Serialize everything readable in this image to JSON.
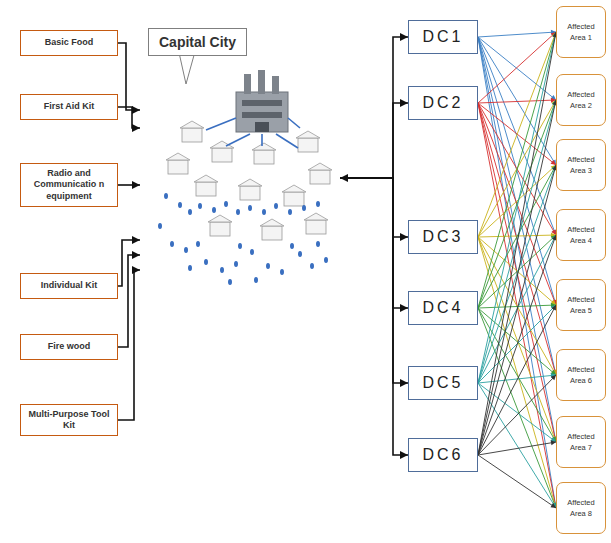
{
  "diagram": {
    "nodes": [
      {
        "text": [
          "Basic Food"
        ]
      },
      {
        "text": [
          "First Aid Kit"
        ]
      },
      {
        "text": [
          "Radio and Communicatio n equipment"
        ]
      },
      {
        "text": [
          "Individual Kit"
        ]
      },
      {
        "text": [
          "Fire wood"
        ]
      },
      {
        "text": [
          "Multi-Purpose Tool Kit"
        ]
      },
      {
        "text": [
          "Capital City"
        ]
      },
      {
        "text": [
          "DC1"
        ]
      },
      {
        "text": [
          "DC2"
        ]
      },
      {
        "text": [
          "DC3"
        ]
      },
      {
        "text": [
          "DC4"
        ]
      },
      {
        "text": [
          "DC5"
        ]
      },
      {
        "text": [
          "DC6"
        ]
      },
      {
        "text": [
          "Affected Area 1"
        ]
      },
      {
        "text": [
          "Affected Area 2"
        ]
      },
      {
        "text": [
          "Affected Area 3"
        ]
      },
      {
        "text": [
          "Affected Area 4"
        ]
      },
      {
        "text": [
          "Affected Area 5"
        ]
      },
      {
        "text": [
          "Affected Area 6"
        ]
      },
      {
        "text": [
          "Affected Area 7"
        ]
      },
      {
        "text": [
          "Affected Area 8"
        ]
      }
    ],
    "edges": [
      {
        "from": 0,
        "to": 6,
        "arrow": "to"
      },
      {
        "from": 1,
        "to": 6,
        "arrow": "to"
      },
      {
        "from": 2,
        "to": 6,
        "arrow": "to"
      },
      {
        "from": 3,
        "to": 6,
        "arrow": "to"
      },
      {
        "from": 4,
        "to": 6,
        "arrow": "to"
      },
      {
        "from": 5,
        "to": 6,
        "arrow": "to"
      },
      {
        "from": 6,
        "to": 7,
        "arrow": "both"
      },
      {
        "from": 6,
        "to": 8,
        "arrow": "to"
      },
      {
        "from": 6,
        "to": 9,
        "arrow": "to"
      },
      {
        "from": 6,
        "to": 10,
        "arrow": "to"
      },
      {
        "from": 6,
        "to": 11,
        "arrow": "to"
      },
      {
        "from": 6,
        "to": 12,
        "arrow": "to"
      },
      {
        "from": 7,
        "to": 13,
        "arrow": "to"
      },
      {
        "from": 7,
        "to": 14,
        "arrow": "to"
      },
      {
        "from": 7,
        "to": 15,
        "arrow": "to"
      },
      {
        "from": 7,
        "to": 16,
        "arrow": "to"
      },
      {
        "from": 7,
        "to": 17,
        "arrow": "to"
      },
      {
        "from": 7,
        "to": 18,
        "arrow": "to"
      },
      {
        "from": 7,
        "to": 19,
        "arrow": "to"
      },
      {
        "from": 7,
        "to": 20,
        "arrow": "to"
      },
      {
        "from": 8,
        "to": 13,
        "arrow": "to"
      },
      {
        "from": 8,
        "to": 14,
        "arrow": "to"
      },
      {
        "from": 8,
        "to": 15,
        "arrow": "to"
      },
      {
        "from": 8,
        "to": 16,
        "arrow": "to"
      },
      {
        "from": 8,
        "to": 17,
        "arrow": "to"
      },
      {
        "from": 8,
        "to": 18,
        "arrow": "to"
      },
      {
        "from": 8,
        "to": 19,
        "arrow": "to"
      },
      {
        "from": 8,
        "to": 20,
        "arrow": "to"
      },
      {
        "from": 9,
        "to": 13,
        "arrow": "to"
      },
      {
        "from": 9,
        "to": 14,
        "arrow": "to"
      },
      {
        "from": 9,
        "to": 15,
        "arrow": "to"
      },
      {
        "from": 9,
        "to": 16,
        "arrow": "to"
      },
      {
        "from": 9,
        "to": 17,
        "arrow": "to"
      },
      {
        "from": 9,
        "to": 18,
        "arrow": "to"
      },
      {
        "from": 9,
        "to": 19,
        "arrow": "to"
      },
      {
        "from": 9,
        "to": 20,
        "arrow": "to"
      },
      {
        "from": 10,
        "to": 13,
        "arrow": "to"
      },
      {
        "from": 10,
        "to": 14,
        "arrow": "to"
      },
      {
        "from": 10,
        "to": 15,
        "arrow": "to"
      },
      {
        "from": 10,
        "to": 16,
        "arrow": "to"
      },
      {
        "from": 10,
        "to": 17,
        "arrow": "to"
      },
      {
        "from": 10,
        "to": 18,
        "arrow": "to"
      },
      {
        "from": 10,
        "to": 19,
        "arrow": "to"
      },
      {
        "from": 10,
        "to": 20,
        "arrow": "to"
      },
      {
        "from": 11,
        "to": 13,
        "arrow": "to"
      },
      {
        "from": 11,
        "to": 14,
        "arrow": "to"
      },
      {
        "from": 11,
        "to": 15,
        "arrow": "to"
      },
      {
        "from": 11,
        "to": 16,
        "arrow": "to"
      },
      {
        "from": 11,
        "to": 17,
        "arrow": "to"
      },
      {
        "from": 11,
        "to": 18,
        "arrow": "to"
      },
      {
        "from": 11,
        "to": 19,
        "arrow": "to"
      },
      {
        "from": 11,
        "to": 20,
        "arrow": "to"
      },
      {
        "from": 12,
        "to": 13,
        "arrow": "to"
      },
      {
        "from": 12,
        "to": 14,
        "arrow": "to"
      },
      {
        "from": 12,
        "to": 15,
        "arrow": "to"
      },
      {
        "from": 12,
        "to": 16,
        "arrow": "to"
      },
      {
        "from": 12,
        "to": 17,
        "arrow": "to"
      },
      {
        "from": 12,
        "to": 18,
        "arrow": "to"
      },
      {
        "from": 12,
        "to": 19,
        "arrow": "to"
      },
      {
        "from": 12,
        "to": 20,
        "arrow": "to"
      }
    ]
  }
}
